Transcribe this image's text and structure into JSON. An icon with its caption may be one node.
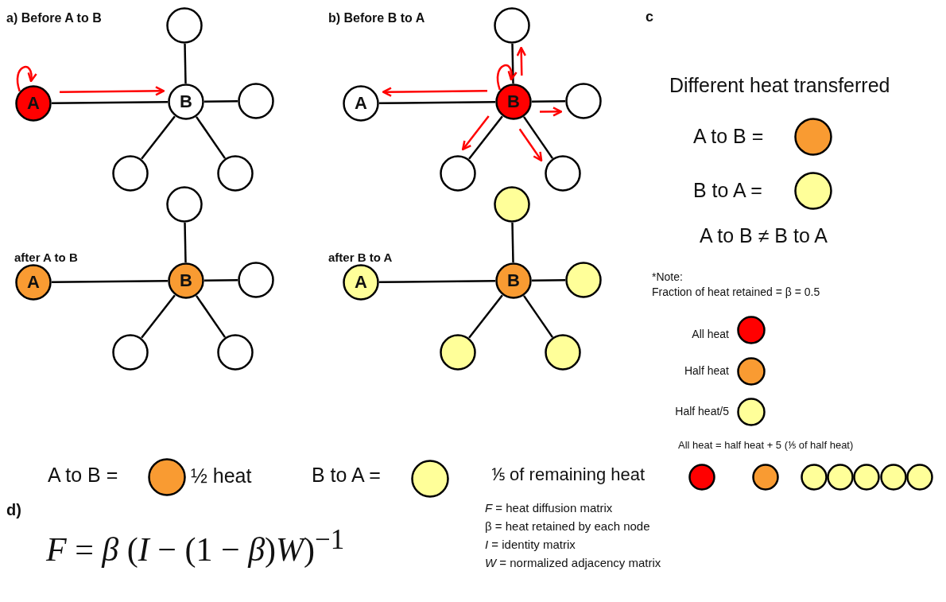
{
  "diagram": {
    "nodes": [
      {
        "text": [
          "A"
        ]
      },
      {
        "text": [
          "B"
        ]
      },
      {
        "text": [],
        "shape": "circle"
      },
      {
        "text": [],
        "shape": "circle"
      },
      {
        "text": [],
        "shape": "circle"
      },
      {
        "text": [],
        "shape": "circle"
      },
      {
        "text": [
          "A"
        ]
      },
      {
        "text": [
          "B"
        ]
      },
      {
        "text": [],
        "shape": "circle"
      },
      {
        "text": [],
        "shape": "circle"
      },
      {
        "text": [],
        "shape": "circle"
      },
      {
        "text": [],
        "shape": "circle"
      },
      {
        "text": [
          "A"
        ]
      },
      {
        "text": [
          "B"
        ]
      },
      {
        "text": [],
        "shape": "circle"
      },
      {
        "text": [],
        "shape": "circle"
      },
      {
        "text": [],
        "shape": "circle"
      },
      {
        "text": [],
        "shape": "circle"
      },
      {
        "text": [
          "A"
        ]
      },
      {
        "text": [
          "B"
        ]
      },
      {
        "text": [],
        "shape": "circle"
      },
      {
        "text": [],
        "shape": "circle"
      },
      {
        "text": [],
        "shape": "circle"
      },
      {
        "text": [],
        "shape": "circle"
      },
      {
        "text": [],
        "shape": "circle"
      },
      {
        "text": [],
        "shape": "circle"
      },
      {
        "text": [],
        "shape": "circle"
      },
      {
        "text": [],
        "shape": "circle"
      },
      {
        "text": [],
        "shape": "circle"
      },
      {
        "text": [],
        "shape": "circle"
      },
      {
        "text": [],
        "shape": "circle"
      }
    ],
    "edges": [
      {
        "from": 0,
        "to": 1,
        "arrow": "none"
      },
      {
        "from": 1,
        "to": 2,
        "arrow": "none"
      },
      {
        "from": 1,
        "to": 3,
        "arrow": "none"
      },
      {
        "from": 1,
        "to": 4,
        "arrow": "none"
      },
      {
        "from": 1,
        "to": 5,
        "arrow": "none"
      },
      {
        "from": 0,
        "to": 0,
        "arrow": "to",
        "color": "#ff0000"
      },
      {
        "from": 0,
        "to": 1,
        "arrow": "to",
        "color": "#ff0000"
      },
      {
        "from": 6,
        "to": 7,
        "arrow": "none"
      },
      {
        "from": 7,
        "to": 8,
        "arrow": "none"
      },
      {
        "from": 7,
        "to": 9,
        "arrow": "none"
      },
      {
        "from": 7,
        "to": 10,
        "arrow": "none"
      },
      {
        "from": 7,
        "to": 11,
        "arrow": "none"
      },
      {
        "from": 7,
        "to": 7,
        "arrow": "to",
        "color": "#ff0000"
      },
      {
        "from": 7,
        "to": 6,
        "arrow": "to",
        "color": "#ff0000"
      },
      {
        "from": 7,
        "to": 8,
        "arrow": "to",
        "color": "#ff0000"
      },
      {
        "from": 7,
        "to": 9,
        "arrow": "to",
        "color": "#ff0000"
      },
      {
        "from": 7,
        "to": 10,
        "arrow": "to",
        "color": "#ff0000"
      },
      {
        "from": 7,
        "to": 11,
        "arrow": "to",
        "color": "#ff0000"
      },
      {
        "from": 12,
        "to": 13,
        "arrow": "none"
      },
      {
        "from": 13,
        "to": 14,
        "arrow": "none"
      },
      {
        "from": 13,
        "to": 15,
        "arrow": "none"
      },
      {
        "from": 13,
        "to": 16,
        "arrow": "none"
      },
      {
        "from": 13,
        "to": 17,
        "arrow": "none"
      },
      {
        "from": 18,
        "to": 19,
        "arrow": "none"
      },
      {
        "from": 19,
        "to": 20,
        "arrow": "none"
      },
      {
        "from": 19,
        "to": 21,
        "arrow": "none"
      },
      {
        "from": 19,
        "to": 22,
        "arrow": "none"
      },
      {
        "from": 19,
        "to": 23,
        "arrow": "none"
      }
    ],
    "labels": [
      "a) Before A to B",
      "b) Before B to A",
      "c",
      "Different heat transferred",
      "A to B ≠ B to A",
      "*Note:",
      "Fraction of heat retained = β = 0.5",
      "after A to B",
      "after B to A",
      "½ heat",
      "⅕ of remaining heat",
      "All heat = half heat + 5 (⅕ of half heat)",
      "d)",
      "*F* = *β* (*I* − (1 − *β*)*W*)$^{−1}$",
      "*F* = heat diffusion matrix",
      "β = heat retained by each node",
      "*I* = identity matrix",
      "*W* = normalized adjacency matrix"
    ],
    "legend": [
      {
        "text": "A to B =",
        "color": "#f99b32"
      },
      {
        "text": "B to A =",
        "color": "#ffff99"
      },
      {
        "text": "All heat",
        "color": "#ff0000"
      },
      {
        "text": "Half heat",
        "color": "#f99b32"
      },
      {
        "text": "Half heat/5",
        "color": "#ffff99"
      },
      {
        "text": "A to B =",
        "color": "#f99b32"
      },
      {
        "text": "B to A =",
        "color": "#ffff99"
      }
    ]
  }
}
